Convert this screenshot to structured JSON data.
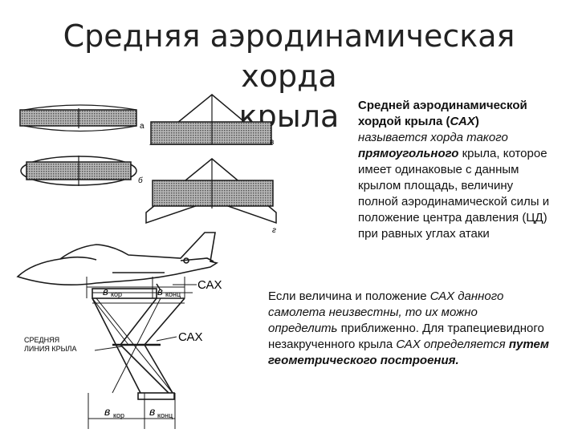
{
  "slide": {
    "title_line1": "Средняя аэродинамическая хорда",
    "title_line2": "крыла"
  },
  "paragraph1": {
    "part1": "Средней аэродинамической хордой крыла (",
    "abbr": "САХ",
    "part2": ")",
    "part3": " называется хорда такого",
    "part4": "прямоугольного",
    "part5": " крыла, которое имеет одинаковые с данным крылом площадь, величину полной аэродинамической силы и положение центра давления (ЦД) при равных углах атаки"
  },
  "paragraph2": {
    "part1": "Если величина и положение ",
    "part2": "САХ данного самолета неизвестны, то их можно определить",
    "part3": " приближенно. Для трапециевидного незакрученного крыла ",
    "part4": "САХ определяется",
    "part5": " путем геометрического построения."
  },
  "figure": {
    "label_a": "а",
    "label_b": "б",
    "label_v": "в",
    "label_g": "г",
    "label_cax_top": "САХ",
    "label_cax_mid": "САХ",
    "label_mid_line_1": "СРЕДНЯЯ",
    "label_mid_line_2": "ЛИНИЯ КРЫЛА",
    "label_b_kor_top": "в",
    "label_kor_top": "кор",
    "label_b_konc_top": "в",
    "label_konc_top": "конц",
    "label_b_kor_bot": "в",
    "label_kor_bot": "кор",
    "label_b_konc_bot": "в",
    "label_konc_bot": "конц"
  },
  "colors": {
    "wing_fill": "#9a9a9a",
    "line": "#1a1a1a"
  }
}
